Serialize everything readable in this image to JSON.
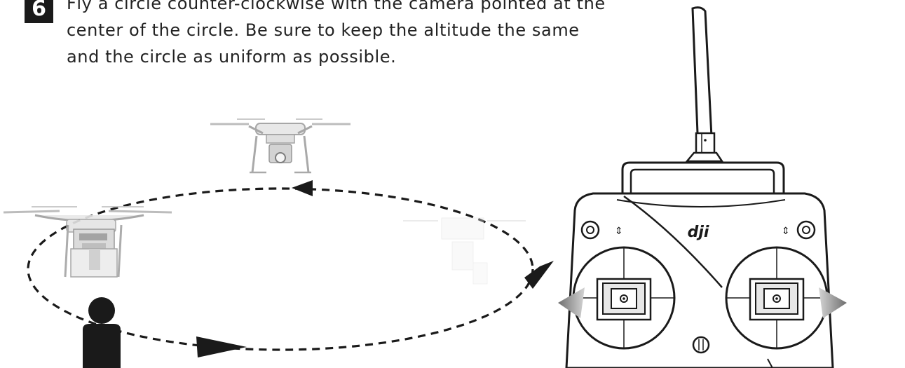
{
  "step": {
    "number": "6",
    "lines": [
      "Fly a circle counter-clockwise with the camera pointed at the",
      "center of the circle. Be sure to keep the altitude the same",
      "and the circle as uniform as possible."
    ]
  },
  "remote": {
    "brand": "dji"
  },
  "icons": {
    "drone": "quadcopter-drone-icon",
    "person": "person-silhouette-icon",
    "remote": "remote-controller-icon",
    "path": "dashed-circular-flight-path"
  },
  "colors": {
    "ink": "#1a1a1a",
    "drone_gray": "#bdbdbd",
    "arrow_gray": "#7a7a7a"
  }
}
